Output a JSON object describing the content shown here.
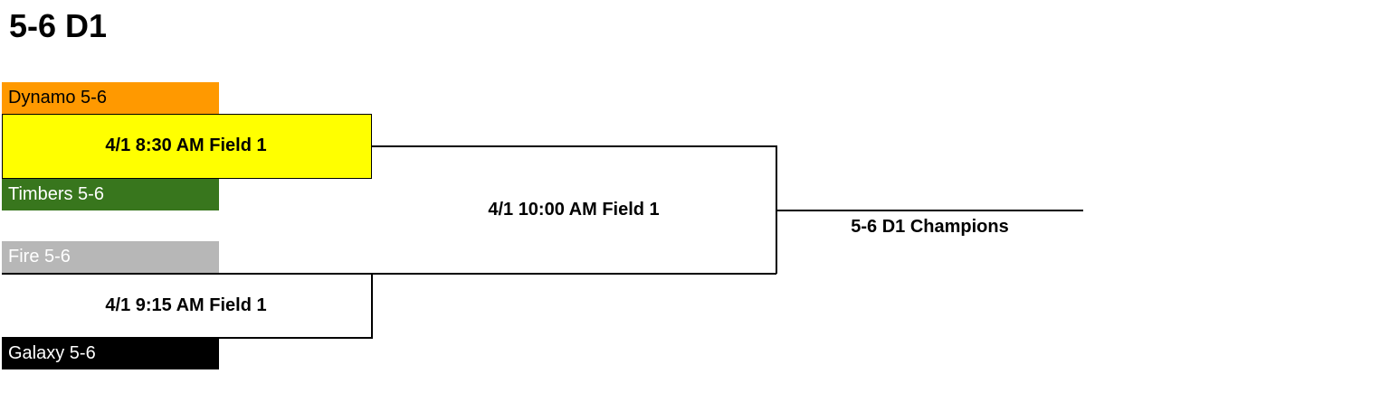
{
  "title": "5-6 D1",
  "teams": [
    {
      "name": "Dynamo 5-6",
      "color": "#ff9900",
      "text_color": "#000000"
    },
    {
      "name": "Timbers 5-6",
      "color": "#38761d",
      "text_color": "#ffffff"
    },
    {
      "name": "Fire 5-6",
      "color": "#b7b7b7",
      "text_color": "#ffffff"
    },
    {
      "name": "Galaxy 5-6",
      "color": "#000000",
      "text_color": "#ffffff"
    }
  ],
  "games": [
    {
      "label": "4/1 8:30 AM Field 1",
      "highlight_color": "#ffff00"
    },
    {
      "label": "4/1 9:15 AM Field 1"
    },
    {
      "label": "4/1 10:00 AM Field 1"
    }
  ],
  "champion_label": "5-6 D1 Champions"
}
